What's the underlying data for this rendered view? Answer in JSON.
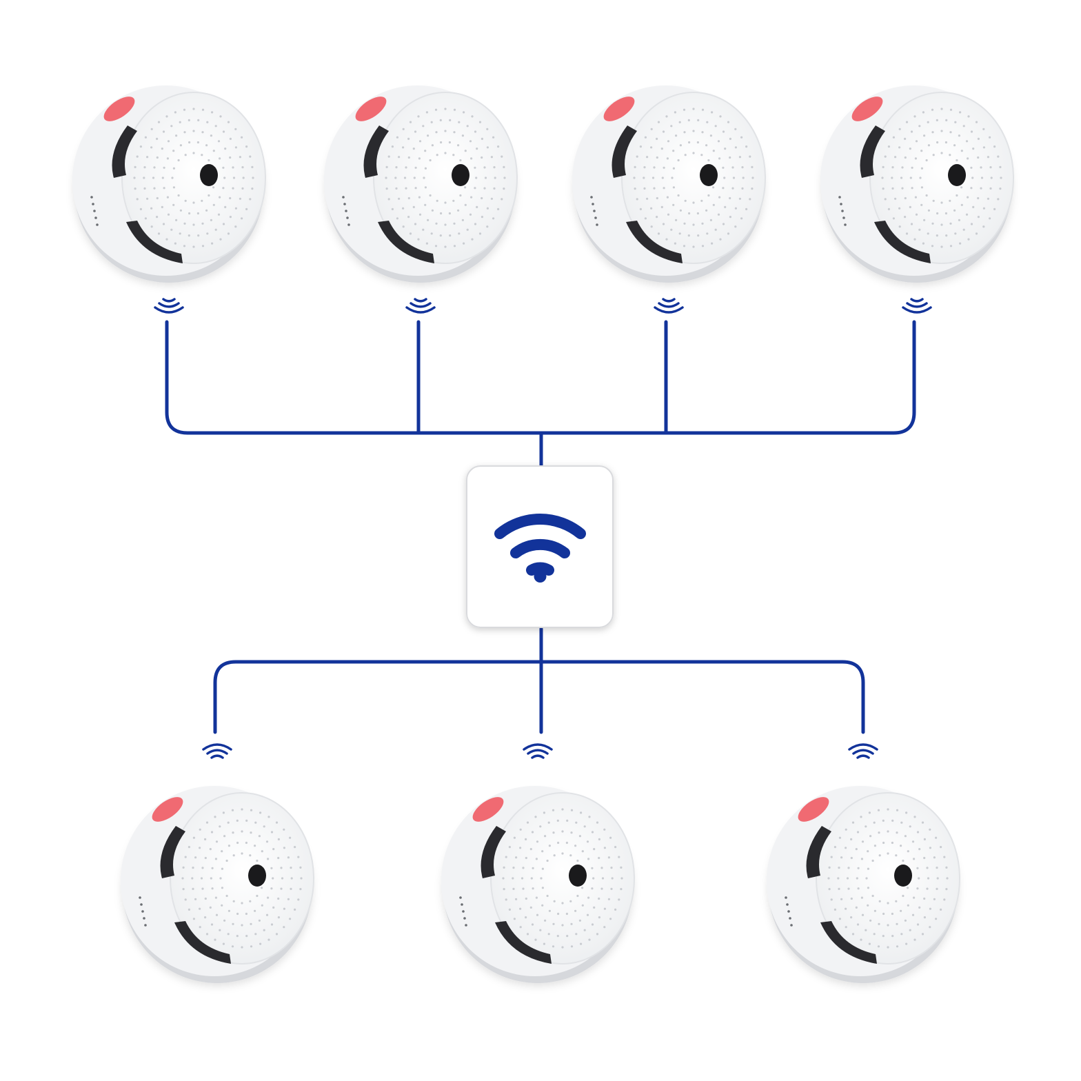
{
  "diagram": {
    "topology": "star",
    "hub": {
      "icon": "wifi-icon"
    },
    "devices": [
      {
        "icon": "smoke-detector",
        "row": "top"
      },
      {
        "icon": "smoke-detector",
        "row": "top"
      },
      {
        "icon": "smoke-detector",
        "row": "top"
      },
      {
        "icon": "smoke-detector",
        "row": "top"
      },
      {
        "icon": "smoke-detector",
        "row": "bottom"
      },
      {
        "icon": "smoke-detector",
        "row": "bottom"
      },
      {
        "icon": "smoke-detector",
        "row": "bottom"
      }
    ],
    "signal_icon": "wireless-signal-icon"
  },
  "colors": {
    "link": "#12339a",
    "detector_body": "#f2f3f5",
    "detector_shade": "#d6d8dc",
    "detector_face": "#ffffff",
    "grille": "#2a2a2e",
    "led": "#f06a72",
    "sensor_hole": "#1a1a1c",
    "hub_fill": "#ffffff",
    "hub_border": "#d9dadd"
  }
}
